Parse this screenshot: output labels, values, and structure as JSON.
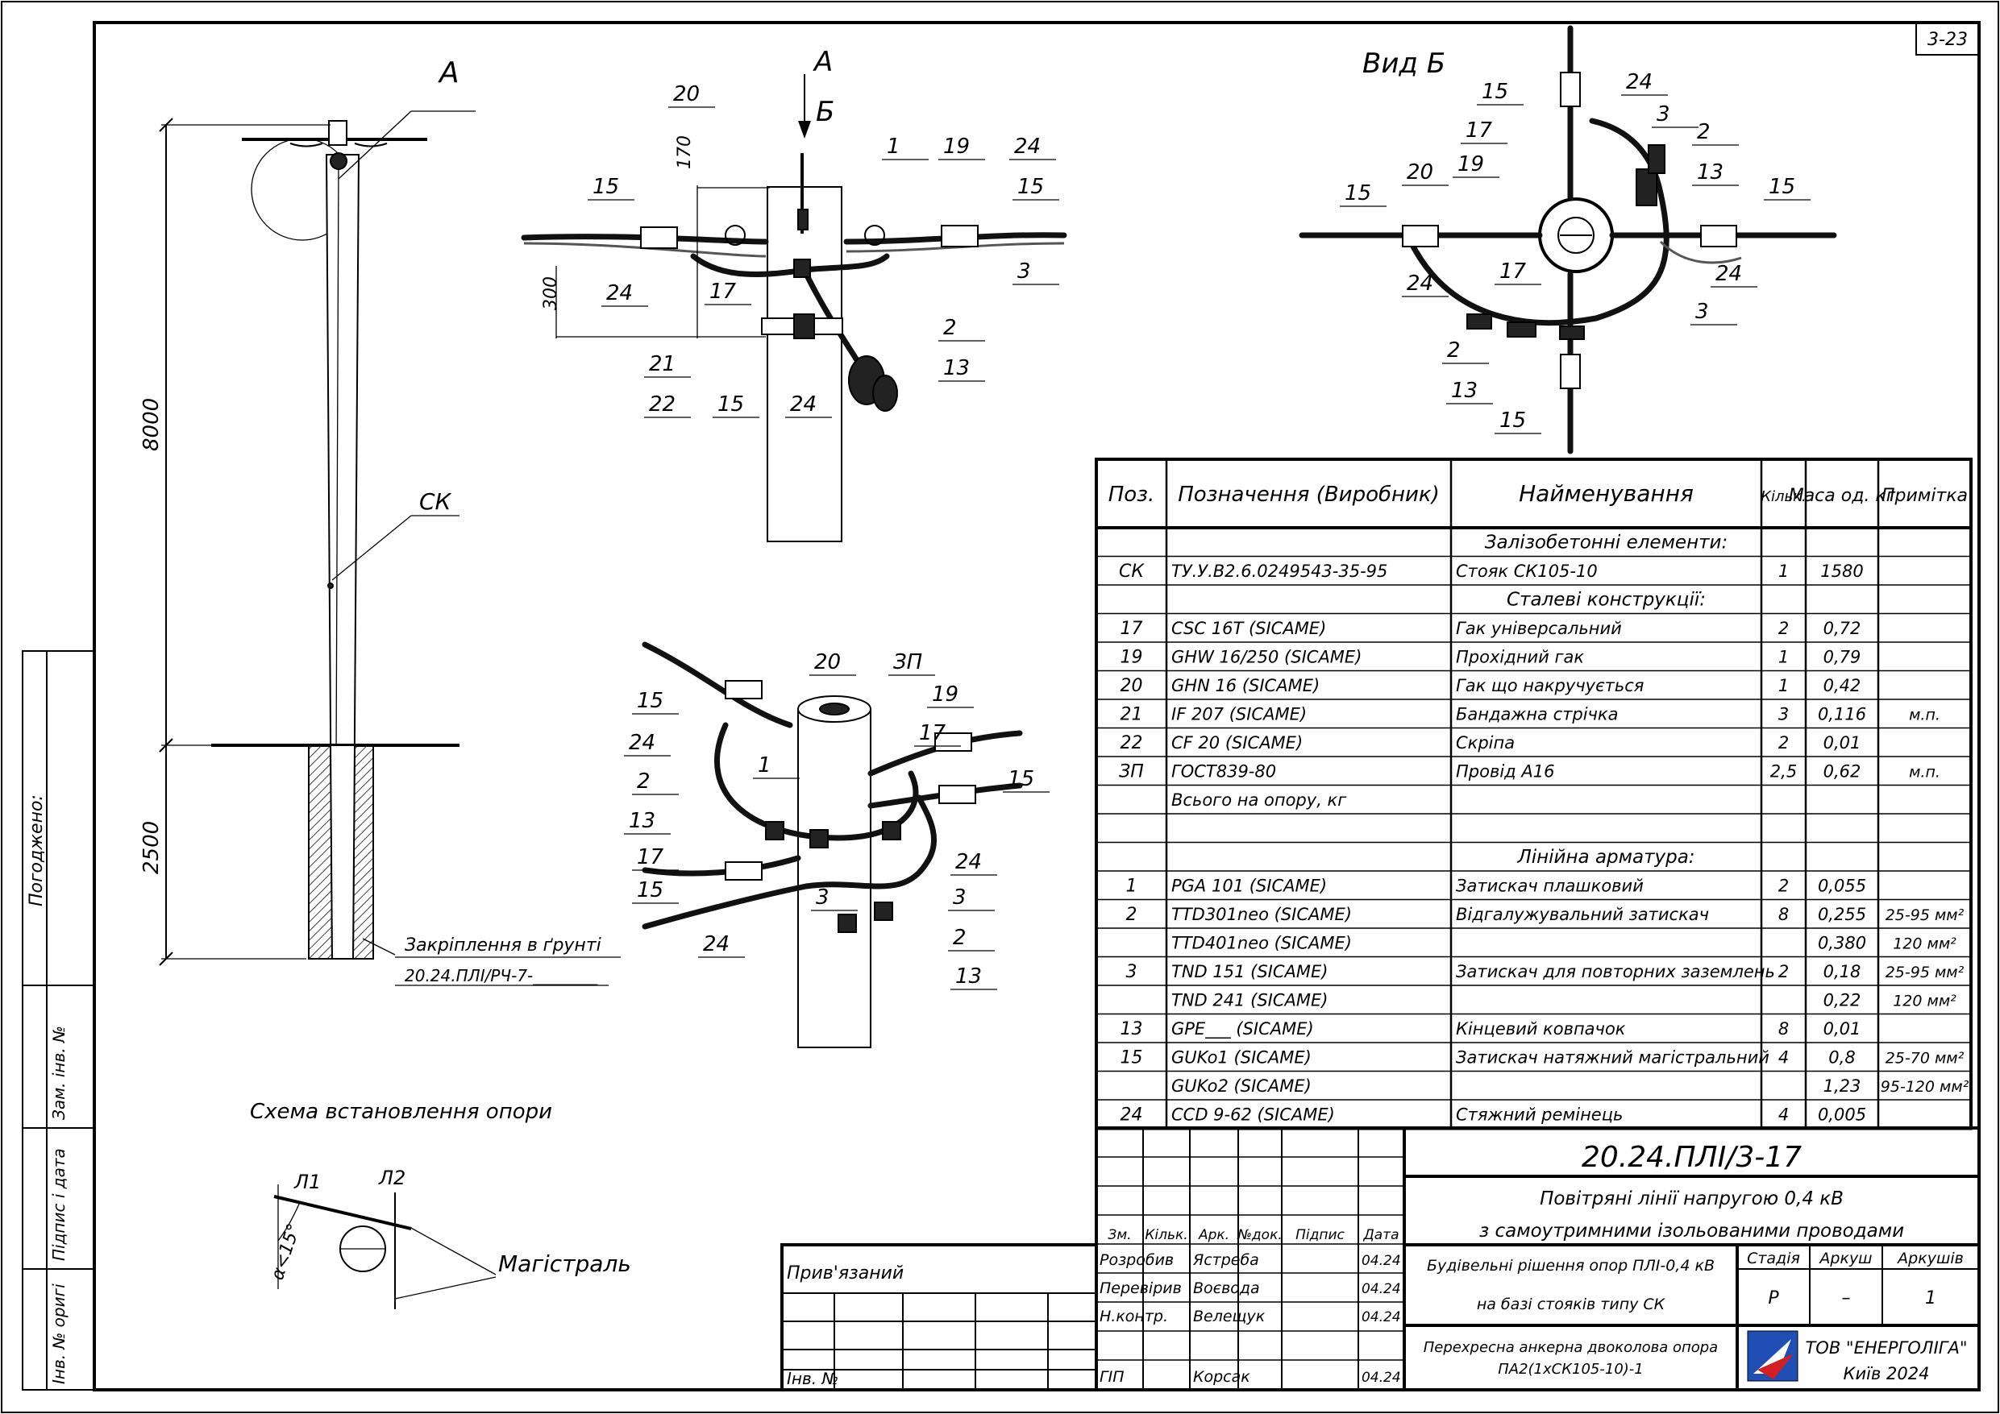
{
  "sheet_code": "3-23",
  "labels": {
    "view_a": "А",
    "view_a_arrow": "А",
    "view_b_arrow": "Б",
    "view_b_title": "Вид Б",
    "pole": "СК",
    "dim_8000": "8000",
    "dim_2500": "2500",
    "dim_170": "170",
    "dim_300": "300",
    "fixing_line1": "Закріплення в ґрунті",
    "fixing_line2": "20.24.ПЛІ/РЧ-7-________",
    "scheme_title": "Схема встановлення опори",
    "l1": "Л1",
    "l2": "Л2",
    "angle": "α<15°",
    "main_line": "Магістраль",
    "agreed": "Погоджено:",
    "side_zam": "Зам. інв. №",
    "side_sign": "Підпис і дата",
    "side_inv": "Інв. № оригі"
  },
  "callouts": {
    "top": [
      "20",
      "1",
      "19",
      "24",
      "15",
      "15",
      "3",
      "24",
      "17",
      "2",
      "13",
      "21",
      "22",
      "15",
      "24"
    ],
    "view_b": [
      "15",
      "24",
      "3",
      "2",
      "17",
      "13",
      "19",
      "20",
      "15",
      "15",
      "24",
      "17",
      "3",
      "24",
      "2",
      "13",
      "15"
    ],
    "iso": [
      "20",
      "ЗП",
      "19",
      "15",
      "24",
      "1",
      "17",
      "15",
      "2",
      "13",
      "17",
      "15",
      "24",
      "3",
      "3",
      "24",
      "2",
      "13"
    ]
  },
  "spec": {
    "headers": [
      "Поз.",
      "Позначення (Виробник)",
      "Найменування",
      "Кільк.",
      "Маса од. кг",
      "Примітка"
    ],
    "rows": [
      {
        "type": "section",
        "name": "Залізобетонні елементи:"
      },
      {
        "pos": "СК",
        "code": "ТУ.У.В2.6.0249543-35-95",
        "name": "Стояк СК105-10",
        "qty": "1",
        "mass": "1580",
        "note": ""
      },
      {
        "type": "section",
        "name": "Сталеві конструкції:"
      },
      {
        "pos": "17",
        "code": "CSC 16T   (SICAME)",
        "name": "Гак універсальний",
        "qty": "2",
        "mass": "0,72",
        "note": ""
      },
      {
        "pos": "19",
        "code": "GHW 16/250   (SICAME)",
        "name": "Прохідний гак",
        "qty": "1",
        "mass": "0,79",
        "note": ""
      },
      {
        "pos": "20",
        "code": "GHN 16   (SICAME)",
        "name": "Гак що накручується",
        "qty": "1",
        "mass": "0,42",
        "note": ""
      },
      {
        "pos": "21",
        "code": "IF 207   (SICAME)",
        "name": "Бандажна стрічка",
        "qty": "3",
        "mass": "0,116",
        "note": "м.п."
      },
      {
        "pos": "22",
        "code": "CF 20   (SICAME)",
        "name": "Скріпа",
        "qty": "2",
        "mass": "0,01",
        "note": ""
      },
      {
        "pos": "ЗП",
        "code": "ГОСТ839-80",
        "name": "Провід А16",
        "qty": "2,5",
        "mass": "0,62",
        "note": "м.п."
      },
      {
        "pos": "",
        "code": "Всього на опору, кг",
        "name": "",
        "qty": "",
        "mass": "",
        "note": ""
      },
      {
        "type": "blank"
      },
      {
        "type": "section",
        "name": "Лінійна арматура:"
      },
      {
        "pos": "1",
        "code": "PGA 101   (SICAME)",
        "name": "Затискач плашковий",
        "qty": "2",
        "mass": "0,055",
        "note": ""
      },
      {
        "pos": "2",
        "code": "TTD301neo   (SICAME)",
        "name": "Відгалужувальний затискач",
        "qty": "8",
        "mass": "0,255",
        "note": "25-95 мм²"
      },
      {
        "pos": "",
        "code": "TTD401neo   (SICAME)",
        "name": "",
        "qty": "",
        "mass": "0,380",
        "note": "120 мм²"
      },
      {
        "pos": "3",
        "code": "TND 151   (SICAME)",
        "name": "Затискач для повторних заземлень",
        "qty": "2",
        "mass": "0,18",
        "note": "25-95 мм²"
      },
      {
        "pos": "",
        "code": "TND 241   (SICAME)",
        "name": "",
        "qty": "",
        "mass": "0,22",
        "note": "120 мм²"
      },
      {
        "pos": "13",
        "code": "GPE___   (SICAME)",
        "name": "Кінцевий ковпачок",
        "qty": "8",
        "mass": "0,01",
        "note": ""
      },
      {
        "pos": "15",
        "code": "GUKo1   (SICAME)",
        "name": "Затискач натяжний магістральний",
        "qty": "4",
        "mass": "0,8",
        "note": "25-70 мм²"
      },
      {
        "pos": "",
        "code": "GUKo2   (SICAME)",
        "name": "",
        "qty": "",
        "mass": "1,23",
        "note": "95-120 мм²"
      },
      {
        "pos": "24",
        "code": "CCD 9-62   (SICAME)",
        "name": "Стяжний ремінець",
        "qty": "4",
        "mass": "0,005",
        "note": ""
      }
    ]
  },
  "title_block": {
    "doc_code": "20.24.ПЛІ/3-17",
    "line1": "Повітряні лінії напругою 0,4 кВ",
    "line2": "з самоутримними ізольованими проводами",
    "headers": [
      "Зм.",
      "Кільк.",
      "Арк.",
      "№док.",
      "Підпис",
      "Дата"
    ],
    "staff": [
      {
        "role": "Розробив",
        "name": "Ястреба",
        "date": "04.24"
      },
      {
        "role": "Перевірив",
        "name": "Воєвода",
        "date": "04.24"
      },
      {
        "role": "Н.контр.",
        "name": "Велещук",
        "date": "04.24"
      },
      {
        "role": "ГІП",
        "name": "Корсак",
        "date": "04.24"
      }
    ],
    "linked": "Прив'язаний",
    "inv": "Інв. №",
    "design1": "Будівельні рішення опор ПЛІ-0,4 кВ",
    "design2": "на базі стояків типу СК",
    "stage_h": "Стадія",
    "sheet_h": "Аркуш",
    "sheets_h": "Аркушів",
    "stage": "Р",
    "sheet": "–",
    "sheets": "1",
    "support1": "Перехресна анкерна двоколова опора",
    "support2": "ПА2(1хСК105-10)-1",
    "company": "ТОВ \"ЕНЕРГОЛІГА\"",
    "city": "Київ 2024",
    "brand_color": "#1f4fb4",
    "accent_color": "#d22020"
  }
}
